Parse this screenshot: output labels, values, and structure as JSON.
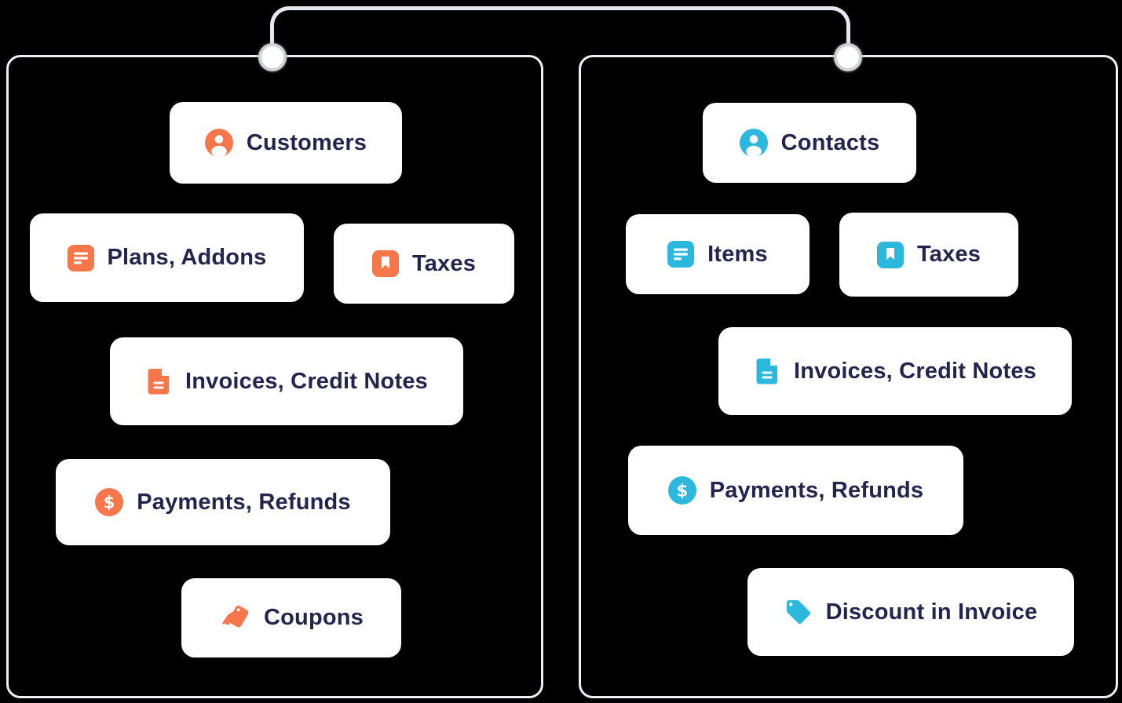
{
  "colors": {
    "background": "#000000",
    "panel_border": "#ECEFF4",
    "wire": "#E4E8EF",
    "pill_background": "#FFFFFF",
    "text": "#23254D",
    "left_accent": "#F8774A",
    "right_accent": "#2BB8DC"
  },
  "panels": [
    {
      "side": "left",
      "accent": "#F8774A",
      "items": [
        {
          "label": "Customers",
          "icon": "user-circle-icon"
        },
        {
          "label": "Plans, Addons",
          "icon": "list-icon"
        },
        {
          "label": "Taxes",
          "icon": "bookmark-icon"
        },
        {
          "label": "Invoices, Credit Notes",
          "icon": "document-icon"
        },
        {
          "label": "Payments, Refunds",
          "icon": "dollar-circle-icon"
        },
        {
          "label": "Coupons",
          "icon": "coupons-icon"
        }
      ]
    },
    {
      "side": "right",
      "accent": "#2BB8DC",
      "items": [
        {
          "label": "Contacts",
          "icon": "user-circle-icon"
        },
        {
          "label": "Items",
          "icon": "list-icon"
        },
        {
          "label": "Taxes",
          "icon": "bookmark-icon"
        },
        {
          "label": "Invoices, Credit Notes",
          "icon": "document-icon"
        },
        {
          "label": "Payments, Refunds",
          "icon": "dollar-circle-icon"
        },
        {
          "label": "Discount in Invoice",
          "icon": "tag-icon"
        }
      ]
    }
  ]
}
